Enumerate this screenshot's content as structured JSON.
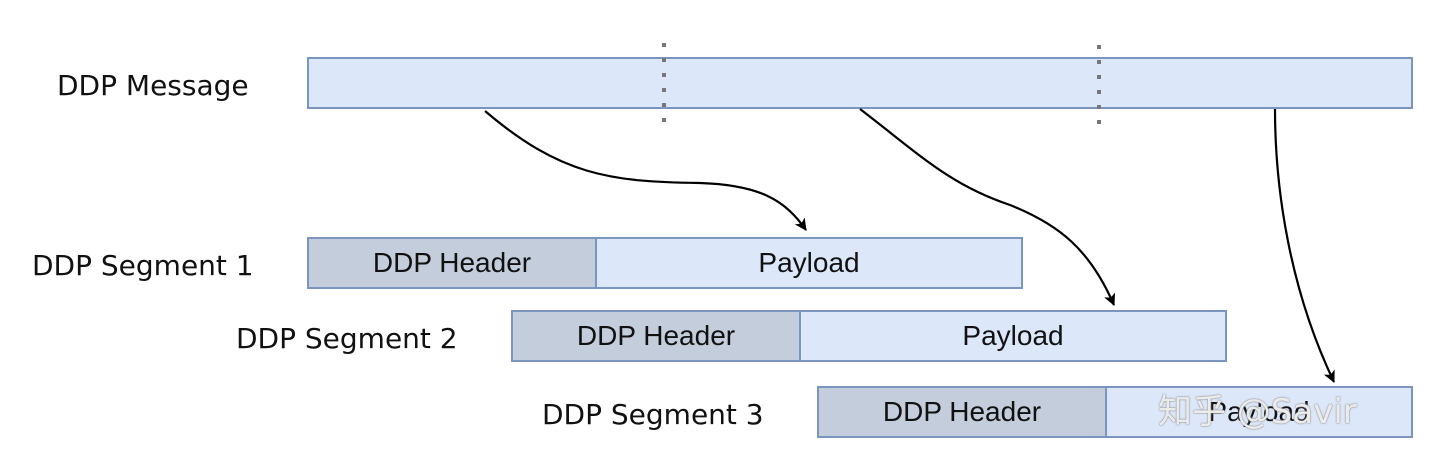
{
  "message": {
    "label": "DDP Message"
  },
  "segments": [
    {
      "label": "DDP Segment 1",
      "header": "DDP Header",
      "payload": "Payload"
    },
    {
      "label": "DDP Segment 2",
      "header": "DDP Header",
      "payload": "Payload"
    },
    {
      "label": "DDP Segment 3",
      "header": "DDP Header",
      "payload": "Payload"
    }
  ],
  "watermark": "知乎 @Savir",
  "colors": {
    "bar_fill": "#dce8fa",
    "header_fill": "#c3cddc",
    "border": "#7a96c0",
    "arrow": "#000000",
    "divider": "#777777"
  }
}
